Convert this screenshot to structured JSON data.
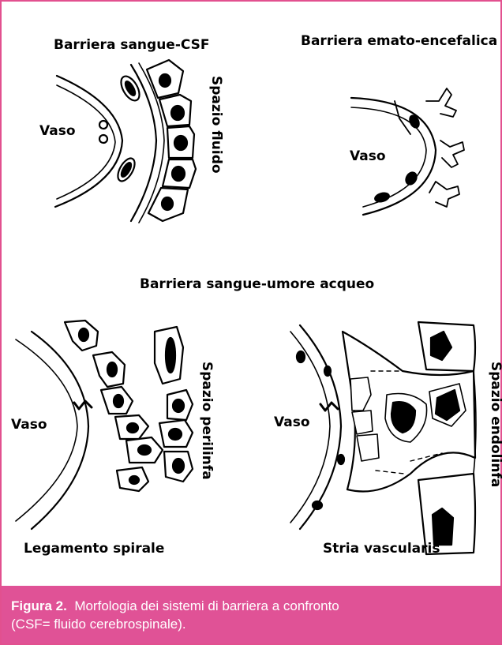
{
  "top_left": {
    "title": "Barriera sangue-CSF",
    "vessel": "Vaso",
    "space": "Spazio fluido"
  },
  "top_right": {
    "title": "Barriera emato-encefalica",
    "vessel": "Vaso"
  },
  "middle": {
    "title": "Barriera sangue-umore acqueo"
  },
  "bottom_left": {
    "vessel": "Vaso",
    "space": "Spazio perilinfa",
    "title": "Legamento spirale"
  },
  "bottom_right": {
    "vessel": "Vaso",
    "space": "Spazio endolinfa",
    "title": "Stria vascularis"
  },
  "caption": {
    "label": "Figura 2.",
    "text": "Morfologia dei sistemi di barriera a confronto",
    "text2": "(CSF= fluido cerebrospinale)."
  },
  "colors": {
    "border": "#e2508f",
    "caption_bg": "#e05296",
    "caption_text": "#ffffff"
  }
}
